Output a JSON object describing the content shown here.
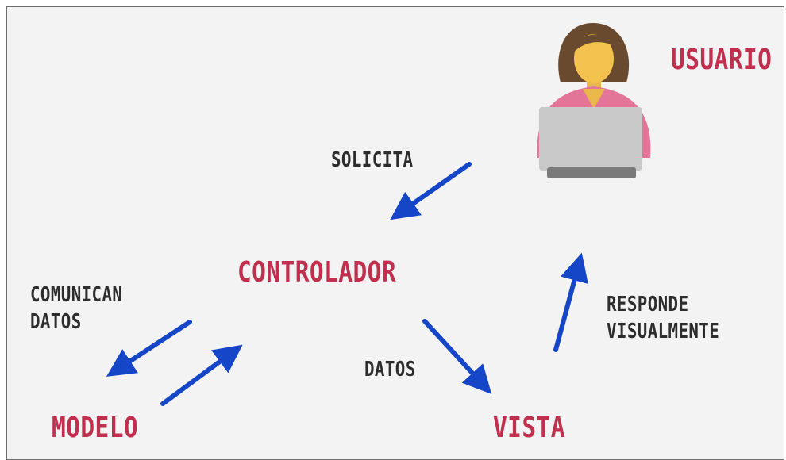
{
  "nodes": {
    "usuario": "USUARIO",
    "controlador": "CONTROLADOR",
    "modelo": "MODELO",
    "vista": "VISTA"
  },
  "edges": {
    "solicita": "SOLICITA",
    "comunican_line1": "COMUNICAN",
    "comunican_line2": "DATOS",
    "datos": "DATOS",
    "responde_line1": "RESPONDE",
    "responde_line2": "VISUALMENTE"
  },
  "colors": {
    "node_text": "#c0304e",
    "edge_text": "#2d2d2d",
    "arrow": "#1546c8",
    "background": "#f3f3f3"
  },
  "icons": {
    "user": "woman-with-laptop-icon"
  }
}
